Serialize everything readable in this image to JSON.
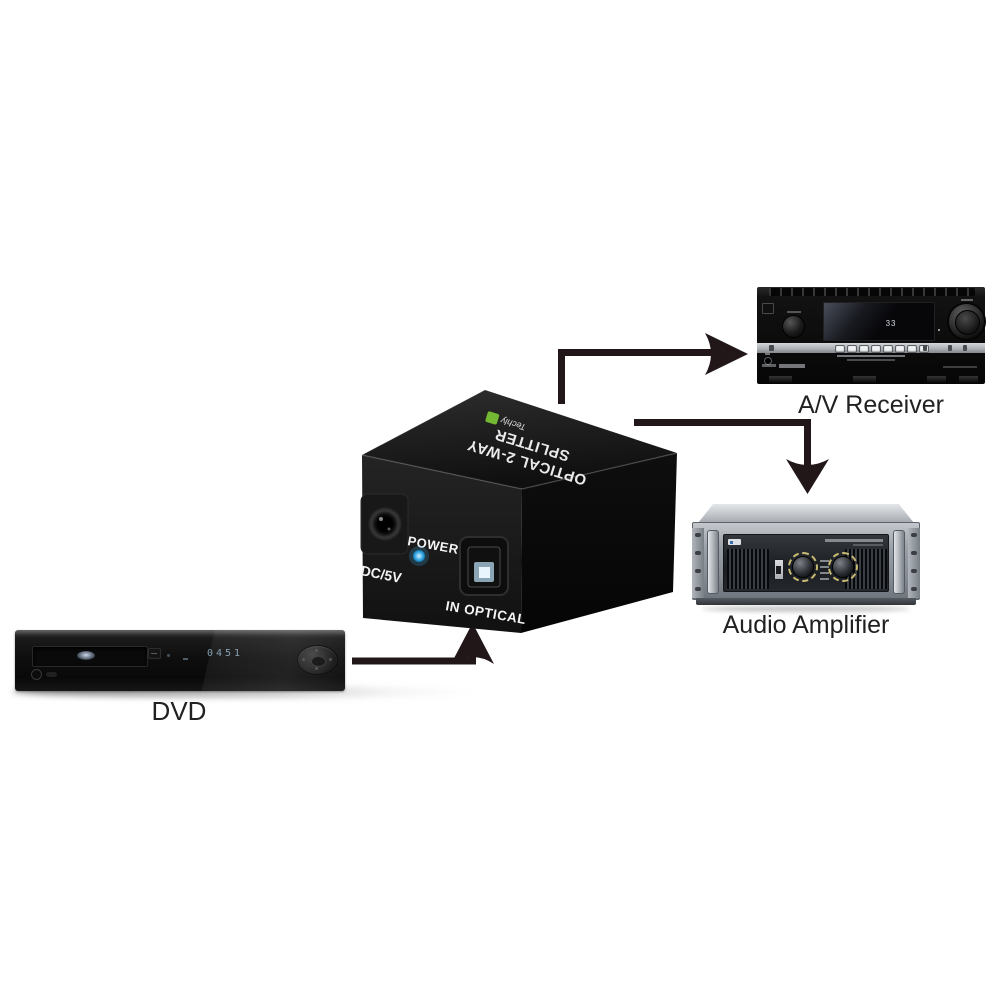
{
  "page": {
    "background": "#ffffff"
  },
  "labels": {
    "receiver": "A/V Receiver",
    "amplifier": "Audio Amplifier",
    "dvd": "DVD"
  },
  "splitter": {
    "title_line1": "OPTICAL 2-WAY",
    "title_line2": "SPLITTER",
    "brand": "Techly",
    "brand_color": "#74b732",
    "power_label": "POWER",
    "dc_label": "DC/5V",
    "optical_label": "IN OPTICAL",
    "led_color": "#38a9e4"
  },
  "dvd": {
    "display_value": "0451"
  },
  "receiver": {
    "display_value": "33"
  },
  "arrows": {
    "color": "#211719",
    "connections": [
      {
        "from": "splitter",
        "to": "av-receiver"
      },
      {
        "from": "splitter",
        "to": "audio-amplifier"
      },
      {
        "from": "dvd",
        "to": "splitter-optical-in"
      }
    ]
  }
}
